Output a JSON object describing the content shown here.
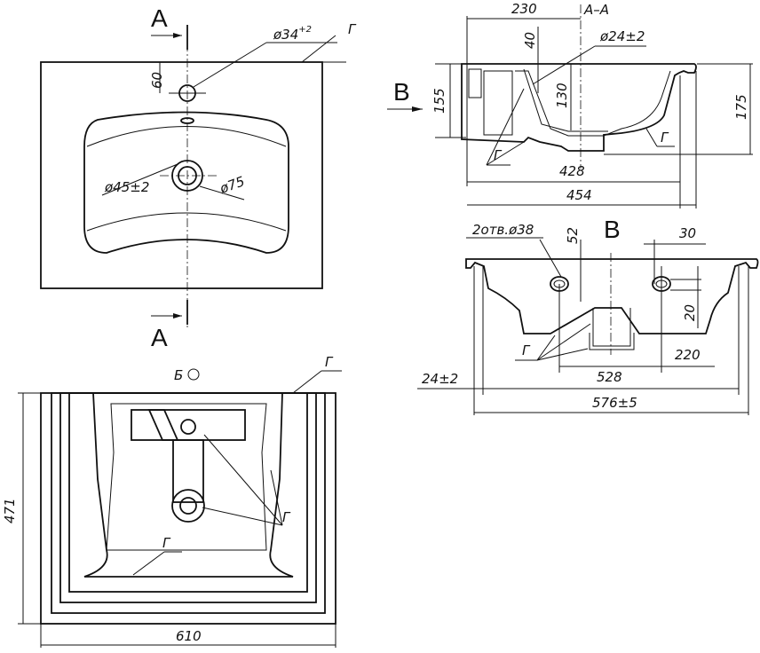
{
  "title": "Washbasin technical drawing",
  "top_view": {
    "section_mark_top": "А",
    "section_mark_bottom": "А",
    "tap_hole_dim": "ø34",
    "tap_hole_tol": "+2",
    "tap_offset": "60",
    "drain_dim": "ø45±2",
    "drain_outer_dim": "ø75",
    "glaze_mark": "Г"
  },
  "bottom_view": {
    "view_mark": "Б",
    "height": "471",
    "width": "610",
    "glaze_mark_1": "Г",
    "glaze_mark_2": "Г",
    "glaze_mark_3": "Г"
  },
  "section_view": {
    "title": "А–А",
    "dim_230": "230",
    "dim_40": "40",
    "overflow_dim": "ø24±2",
    "view_arrow": "В",
    "dim_155": "155",
    "dim_130": "130",
    "dim_175": "175",
    "dim_428": "428",
    "dim_454": "454",
    "glaze_mark_1": "Г",
    "glaze_mark_2": "Г"
  },
  "side_view": {
    "title": "В",
    "holes_dim": "2отв.ø38",
    "dim_52": "52",
    "dim_30": "30",
    "dim_20": "20",
    "dim_220": "220",
    "dim_528": "528",
    "dim_24": "24±2",
    "dim_576": "576±5",
    "glaze_mark": "Г"
  }
}
